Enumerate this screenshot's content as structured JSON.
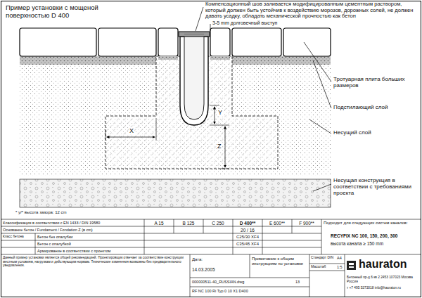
{
  "diagram": {
    "title": "Пример установки с мощеной поверхностью D 400",
    "labels": [
      "Компенсационный шов заливается модифицированным цементным раствором, который должен быть устойчив к воздействию морозов, дорожных солей, не должен давать усадку, обладать механической прочностью как бетон",
      "3-5 mm долговечный выступ",
      "Тротуарная плита больших размеров",
      "Подстилающий слой",
      "Несущий слой",
      "Несущая конструкция в соответствии с требованиями проекта",
      "X",
      "Y",
      "Z",
      "* y/* высота зазора: 12 cm",
      "Классификация в соответствии с EN 1433 / DIN 19580",
      "A 15",
      "B 125",
      "C 250",
      "D 400**",
      "E 600**",
      "F 900**",
      "Основание бетон / Fundament / Fondation Z (в cm)",
      "20 / 16",
      "Класс бетона",
      "Бетон без опалубки",
      "C25/30 XF4",
      "Бетон с опалубкой",
      "C35/45 XF4",
      "Армирование в соответствии с проектом",
      "Подходит для следующих систем каналов:",
      "RECYFIX NC 100, 150, 200, 300",
      "высота канала ≥ 150 mm",
      "Данный пример установки является общей рекомендацией. Проектировщик отвечает за соответствие конструкции местным условиям, нагрузкам и действующим нормам. Технические изменения возможны без предварительного уведомления.",
      "Дата:",
      "14.03.2005",
      "Примечание к общим инструкциям по установке",
      "Стандарт DIN",
      "A4",
      "Масштаб",
      "1:5",
      "000000511-40_RUSSIAN.dwg",
      "13",
      "RF NC 100 Ri Typ 0 10 X1 D400",
      "hauraton",
      "Бетонный пр-д 6 кв 2 2453 107023 Москва Россия",
      "т +7 495 5373018 info@hauraton.ru"
    ]
  }
}
